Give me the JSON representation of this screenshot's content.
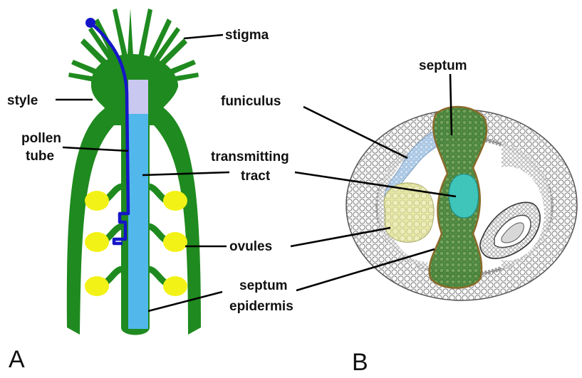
{
  "colors": {
    "tissue_green": "#1f8a1f",
    "pollen_tube_blue": "#1515c8",
    "transmitting_tract_blue": "#52b8ec",
    "stylar_core": "#c8c8f0",
    "ovule_yellow": "#f2f216",
    "septum_overlay": "#2f7a2f",
    "tract_overlay": "#3ec8c0",
    "funiculus_overlay": "#a8c8e8",
    "ovule_overlay": "#e8e8a8"
  },
  "panel_a": {
    "letter": "A",
    "labels": {
      "stigma": "stigma",
      "style": "style",
      "pollen_tube_line1": "pollen",
      "pollen_tube_line2": "tube",
      "transmitting_tract_line1": "transmitting",
      "transmitting_tract_line2": "tract",
      "ovules": "ovules",
      "septum_epidermis_line1": "septum",
      "septum_epidermis_line2": "epidermis"
    }
  },
  "panel_b": {
    "letter": "B",
    "labels": {
      "septum": "septum",
      "funiculus": "funiculus"
    }
  }
}
